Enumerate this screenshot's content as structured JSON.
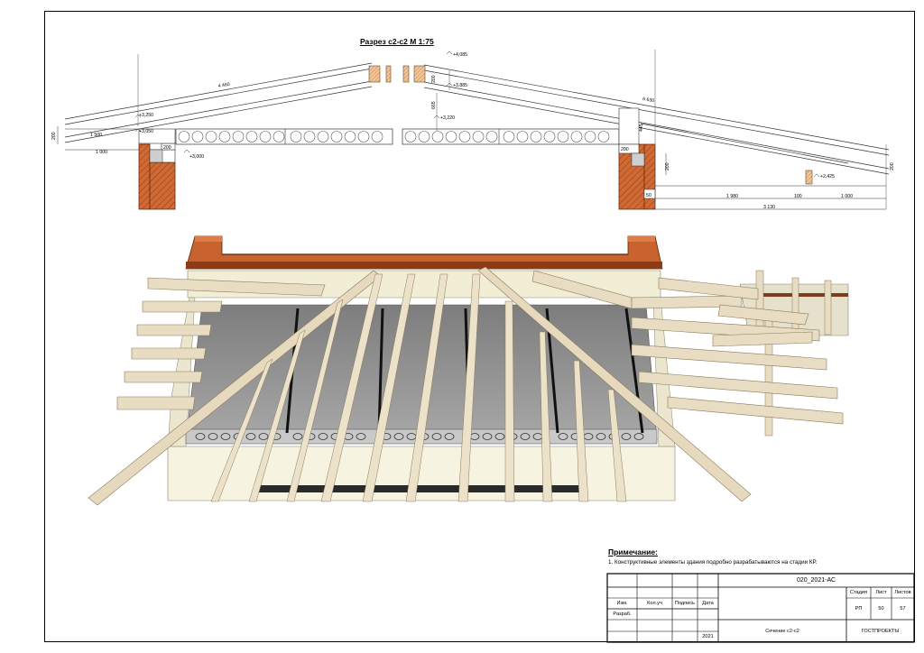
{
  "section": {
    "title": "Разрез с2-с2  М 1:75",
    "dimensions": {
      "d_4460": "4 460",
      "d_6630": "6 630",
      "l_4085": "+4,085",
      "l_3885": "+3,885",
      "l_3250": "+3,250",
      "l_3220": "+3,220",
      "l_3050": "+3,050",
      "l_3000": "+3,000",
      "l_2425": "+2,425",
      "d_1500": "1 500",
      "d_1000_left": "1 000",
      "d_200_a": "200",
      "d_200_b": "200",
      "d_200_c": "200",
      "d_200_d": "200",
      "d_200_e": "200",
      "d_200_f": "200",
      "d_665": "665",
      "d_445": "445",
      "d_50": "50",
      "d_1980": "1 980",
      "d_100": "100",
      "d_1000_right": "1 000",
      "d_3130": "3 130"
    }
  },
  "note": {
    "title": "Примечание:",
    "text": "1. Конструктивные элементы здания подробно разрабатываются на стадии КР."
  },
  "title_block": {
    "code": "020_2021-АС",
    "col_izm": "Изм.",
    "col_koluch": "Кол.уч",
    "col_podpis": "Подпись",
    "col_data": "Дата",
    "razrab": "Разраб.",
    "year": "2021",
    "sheet_name": "Сечение с2-с2",
    "stadia_label": "Стадия",
    "list_label": "Лист",
    "listov_label": "Листов",
    "stadia": "РП",
    "list": "50",
    "listov": "57",
    "org": "ГОСТПРОЕКТЫ"
  },
  "colors": {
    "brick": "#c8632f",
    "brick_dark": "#9e4318",
    "wood": "#e8dcc2",
    "wood_edge": "#9a8a6a",
    "slab": "#9a9a9a",
    "wall": "#f4f1de"
  }
}
